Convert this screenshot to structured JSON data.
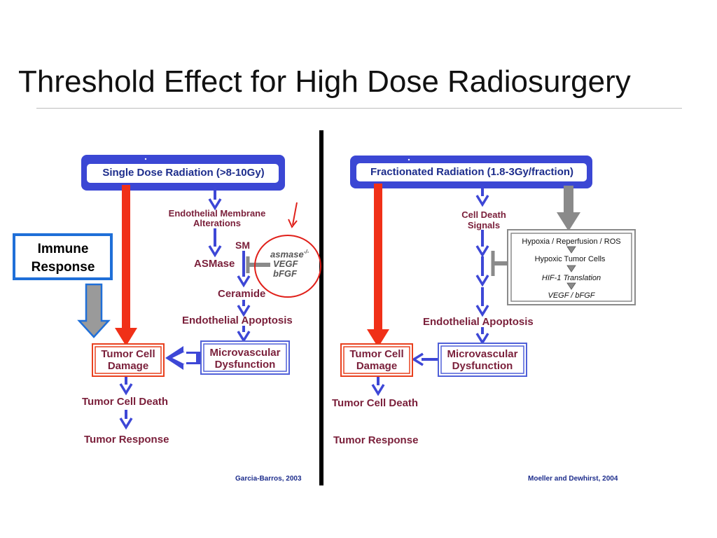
{
  "title": "Threshold Effect for High Dose Radiosurgery",
  "left_panel": {
    "banner": "Single Dose Radiation (>8-10Gy)",
    "endothelial_membrane": [
      "Endothelial Membrane",
      "Alterations"
    ],
    "sm": "SM",
    "asmase": "ASMase",
    "ceramide": "Ceramide",
    "endothelial_apoptosis": "Endothelial Apoptosis",
    "microvascular": [
      "Microvascular",
      "Dysfunction"
    ],
    "tumor_cell_damage": [
      "Tumor Cell",
      "Damage"
    ],
    "tumor_cell_death": "Tumor Cell Death",
    "tumor_response": "Tumor Response",
    "inhibitor_labels": {
      "asmase": "asmase",
      "asmase_sup": "-/-",
      "vegf": "VEGF",
      "bfgf": "bFGF"
    },
    "citation": "Garcia-Barros, 2003"
  },
  "immune_response": [
    "Immune",
    "Response"
  ],
  "right_panel": {
    "banner": "Fractionated Radiation (1.8-3Gy/fraction)",
    "cell_death_signals": [
      "Cell Death",
      "Signals"
    ],
    "gray_box": [
      "Hypoxia / Reperfusion / ROS",
      "Hypoxic Tumor Cells",
      "HIF-1 Translation",
      "VEGF / bFGF"
    ],
    "endothelial_apoptosis": "Endothelial Apoptosis",
    "microvascular": [
      "Microvascular",
      "Dysfunction"
    ],
    "tumor_cell_damage": [
      "Tumor Cell",
      "Damage"
    ],
    "tumor_cell_death": "Tumor Cell Death",
    "tumor_response": "Tumor Response",
    "citation": "Moeller and Dewhirst, 2004"
  },
  "colors": {
    "blue_arrow": "#3d47d6",
    "banner_fill": "#3b47d4",
    "red_arrow": "#f03018",
    "gray_arrow": "#8a8a8a",
    "maroon_text": "#7a1f3a",
    "highlight_circle": "#e0201a",
    "immune_border": "#1f6fd8",
    "divider": "#000000"
  }
}
